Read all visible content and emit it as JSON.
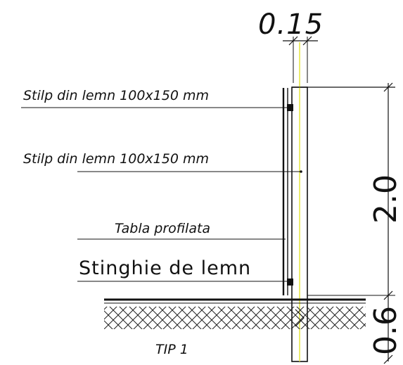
{
  "labels": {
    "top_dimension": "0.15",
    "label_stilp_top": "Stilp din lemn 100x150 mm",
    "label_stilp_mid": "Stilp din lemn 100x150 mm",
    "label_tabla": "Tabla  profilata",
    "label_stinghie": "Stinghie de lemn",
    "height_above": "2.0",
    "height_below": "0.6",
    "caption": "TIP 1"
  },
  "colors": {
    "line": "#111111",
    "axis": "#e6e64a",
    "hatch": "#222222"
  }
}
